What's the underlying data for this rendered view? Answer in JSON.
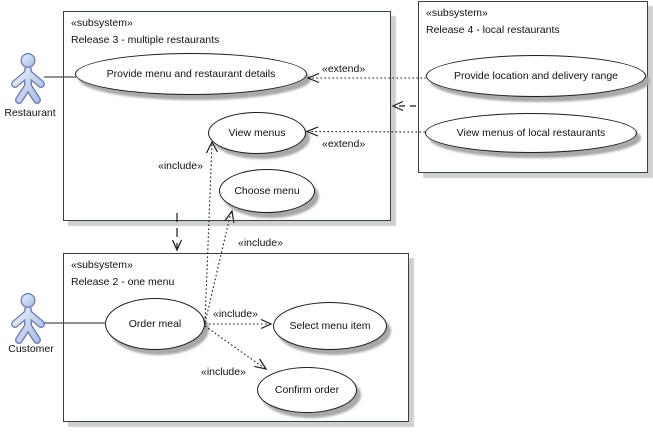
{
  "actors": [
    {
      "name": "Restaurant"
    },
    {
      "name": "Customer"
    }
  ],
  "subsystems": [
    {
      "id": "release3",
      "stereotype": "«subsystem»",
      "name": "Release 3 - multiple restaurants"
    },
    {
      "id": "release4",
      "stereotype": "«subsystem»",
      "name": "Release 4 - local restaurants"
    },
    {
      "id": "release2",
      "stereotype": "«subsystem»",
      "name": "Release 2 - one menu"
    }
  ],
  "use_cases": [
    {
      "id": "provide_menu",
      "label": "Provide menu and restaurant details"
    },
    {
      "id": "view_menus",
      "label": "View menus"
    },
    {
      "id": "choose_menu",
      "label": "Choose menu"
    },
    {
      "id": "provide_location",
      "label": "Provide location and delivery range"
    },
    {
      "id": "view_local",
      "label": "View menus of local restaurants"
    },
    {
      "id": "order_meal",
      "label": "Order meal"
    },
    {
      "id": "select_item",
      "label": "Select menu item"
    },
    {
      "id": "confirm_order",
      "label": "Confirm order"
    }
  ],
  "relationships": {
    "extend_label": "«extend»",
    "include_label": "«include»",
    "edges": [
      {
        "type": "association",
        "from": "Restaurant",
        "to": "Provide menu and restaurant details"
      },
      {
        "type": "association",
        "from": "Customer",
        "to": "Order meal"
      },
      {
        "type": "extend",
        "from": "Provide location and delivery range",
        "to": "Provide menu and restaurant details",
        "label": "«extend»"
      },
      {
        "type": "extend",
        "from": "View menus of local restaurants",
        "to": "View menus",
        "label": "«extend»"
      },
      {
        "type": "dependency",
        "from": "Release 4 - local restaurants",
        "to": "Release 3 - multiple restaurants"
      },
      {
        "type": "dependency",
        "from": "Release 3 - multiple restaurants",
        "to": "Release 2 - one menu"
      },
      {
        "type": "include",
        "from": "Order meal",
        "to": "View menus",
        "label": "«include»"
      },
      {
        "type": "include",
        "from": "Order meal",
        "to": "Choose menu",
        "label": "«include»"
      },
      {
        "type": "include",
        "from": "Order meal",
        "to": "Select menu item",
        "label": "«include»"
      },
      {
        "type": "include",
        "from": "Order meal",
        "to": "Confirm order",
        "label": "«include»"
      }
    ]
  },
  "colors": {
    "box_border": "#36453f",
    "ellipse_border": "#1c1c1c",
    "shadow": "#ababab",
    "actor_fill_light": "#e8eefc",
    "actor_fill_dark": "#a9bce4",
    "actor_stroke": "#6d83b4"
  }
}
